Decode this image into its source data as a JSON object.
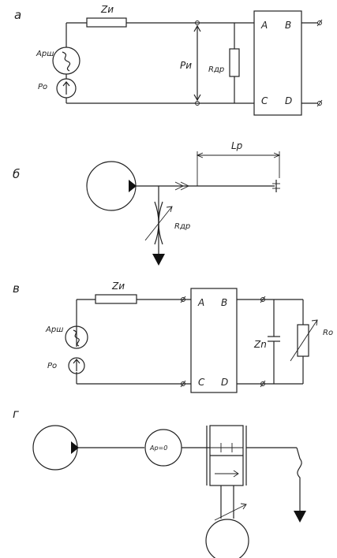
{
  "sections": {
    "a": "а",
    "b": "б",
    "v": "в",
    "g": "г"
  },
  "labels": {
    "a_impedance": "Zи",
    "a_source": "Aрш",
    "a_pressure": "Pо",
    "a_pi": "Pи",
    "a_rdr": "Rдр",
    "a_A": "A",
    "a_B": "B",
    "a_C": "C",
    "a_D": "D",
    "b_length": "Lp",
    "b_rdr": "Rдр",
    "v_impedance": "Zи",
    "v_source": "Aрш",
    "v_pressure": "Pо",
    "v_A": "A",
    "v_B": "B",
    "v_C": "C",
    "v_D": "D",
    "v_zn": "Zn",
    "v_r0": "Rо",
    "g_ap": "Aр=0"
  }
}
